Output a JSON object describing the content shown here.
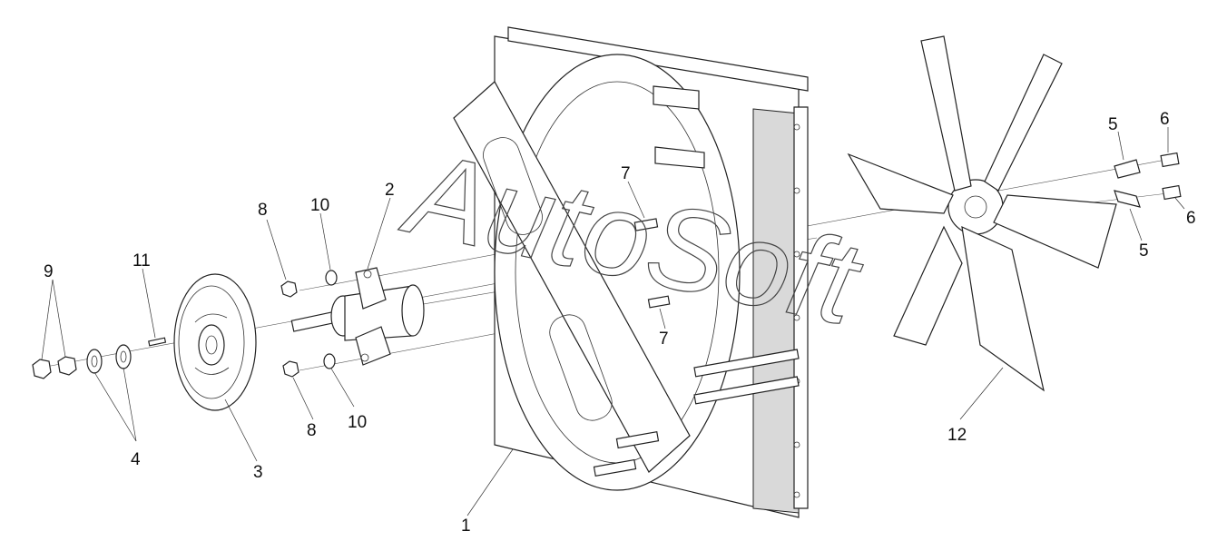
{
  "watermark": "AutoSoft",
  "callouts": {
    "c1": "1",
    "c2": "2",
    "c3": "3",
    "c4": "4",
    "c5a": "5",
    "c5b": "5",
    "c6a": "6",
    "c6b": "6",
    "c7a": "7",
    "c7b": "7",
    "c8a": "8",
    "c8b": "8",
    "c9": "9",
    "c10a": "10",
    "c10b": "10",
    "c11": "11",
    "c12": "12"
  },
  "colors": {
    "line": "#222222",
    "shade": "#d9d9d9",
    "background": "#ffffff"
  }
}
